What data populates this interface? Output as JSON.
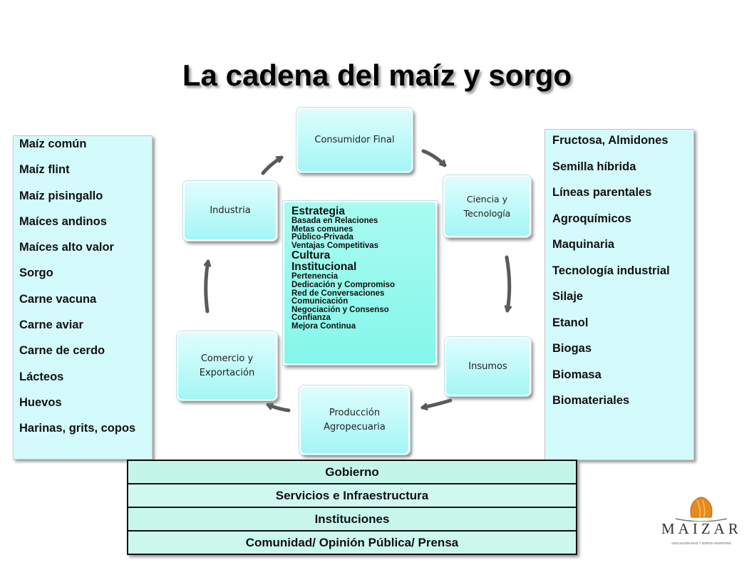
{
  "title": "La cadena del maíz y sorgo",
  "left_panel": {
    "items": [
      "Maíz común",
      "Maíz flint",
      "Maíz pisingallo",
      "Maíces andinos",
      "Maíces alto valor",
      "Sorgo",
      "Carne vacuna",
      "Carne aviar",
      "Carne de cerdo",
      "Lácteos",
      "Huevos",
      "Harinas, grits, copos"
    ]
  },
  "right_panel": {
    "items": [
      "Fructosa, Almidones",
      "Semilla híbrida",
      "Líneas parentales",
      "Agroquímicos",
      "Maquinaria",
      "Tecnología industrial",
      "Silaje",
      "Etanol",
      "Biogas",
      "Biomasa",
      "Biomateriales"
    ]
  },
  "cycle": {
    "consumidor": [
      "Consumidor Final"
    ],
    "ciencia": [
      "Ciencia y",
      "Tecnología"
    ],
    "insumos": [
      "Insumos"
    ],
    "produccion": [
      "Producción",
      "Agropecuaria"
    ],
    "comercio": [
      "Comercio y",
      "Exportación"
    ],
    "industria": [
      "Industria"
    ]
  },
  "center": {
    "estrategia_head": "Estrategia",
    "estrategia_items": [
      "Basada en Relaciones",
      "Metas comunes",
      "Público-Privada",
      "Ventajas Competitivas"
    ],
    "cultura_head": [
      "Cultura",
      "Institucional"
    ],
    "cultura_items": [
      "Pertenencia",
      "Dedicación y Compromiso",
      "Red de Conversaciones",
      "Comunicación",
      "Negociación y Consenso",
      "Confianza",
      "Mejora Continua"
    ]
  },
  "bottom_rows": [
    "Gobierno",
    "Servicios e Infraestructura",
    "Instituciones",
    "Comunidad/ Opinión Pública/ Prensa"
  ],
  "logo": {
    "name": "MAIZAR",
    "subtitle": "ASOCIACIÓN MAÍZ Y SORGO ARGENTINO"
  },
  "colors": {
    "panel_bg": "#d4fbfb",
    "node_bg": "#a4f6f6",
    "center_bg": "#84f7ea",
    "table_bg": "#c4f6e8",
    "arrow": "#5a5a5a",
    "logo_orange": "#e58a1f"
  }
}
